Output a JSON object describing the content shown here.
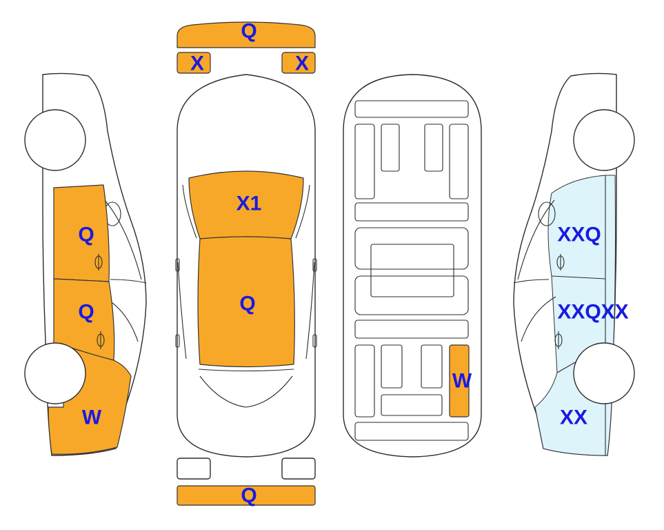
{
  "colors": {
    "damage_fill": "#F8A829",
    "right_side_fill": "#DDF4FB",
    "label_color": "#1A1AE0",
    "outline": "#2B2B2B"
  },
  "labels": {
    "front_bumper": "Q",
    "front_left_corner": "X",
    "front_right_corner": "X",
    "hood": "X1",
    "roof": "Q",
    "rear_bumper": "Q",
    "left_front_door": "Q",
    "left_rear_door": "Q",
    "left_rear_quarter": "W",
    "floor_rear_rail": "W",
    "right_front_door": "XXQ",
    "right_rear_door": "XXQXX",
    "right_rear_quarter": "XX"
  }
}
